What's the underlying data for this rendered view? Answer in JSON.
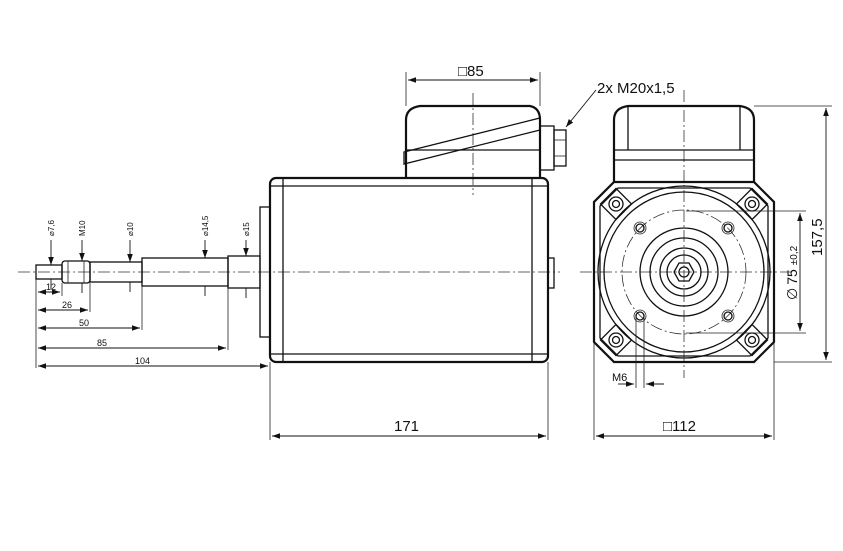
{
  "dimensions": {
    "cable_glands": "2x M20x1,5",
    "terminal_box_width": "□85",
    "flange_square": "□112",
    "body_length": "171",
    "overall_height": "157,5",
    "bolt_circle_symbol": "∅",
    "bolt_circle": "75",
    "bolt_circle_tolerance": "±0,2",
    "thread": "M6"
  },
  "shaft": {
    "diameters": [
      "⌀7,6",
      "M10",
      "⌀10",
      "⌀14,5",
      "⌀15"
    ],
    "lengths": [
      "12",
      "26",
      "50",
      "85",
      "104"
    ]
  }
}
